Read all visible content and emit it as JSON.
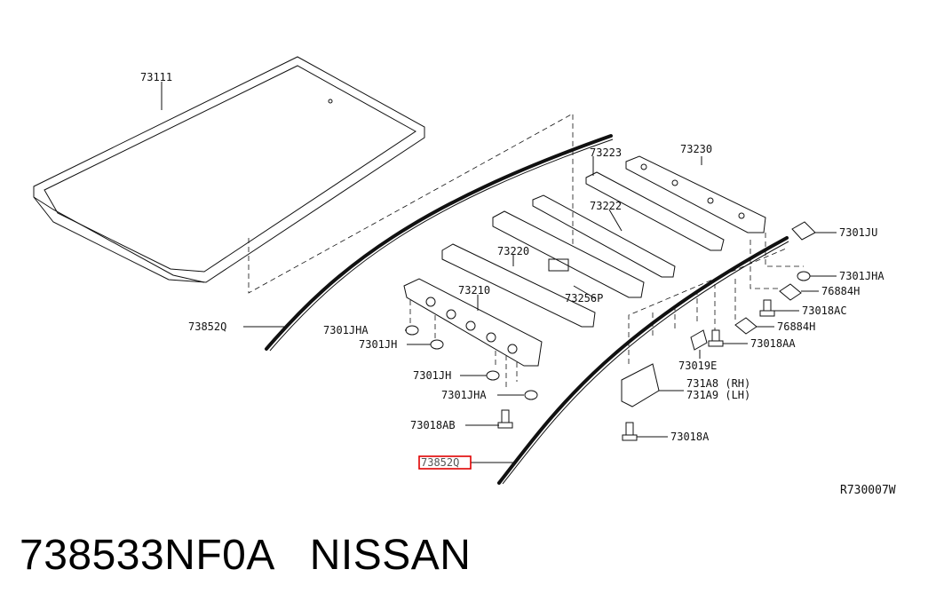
{
  "labels": {
    "p73111": "73111",
    "p73852Q": "73852Q",
    "p73223": "73223",
    "p73230": "73230",
    "p73222": "73222",
    "p73220": "73220",
    "p73256P": "73256P",
    "p73210": "73210",
    "p7301JHA_left": "7301JHA",
    "p7301JH_left": "7301JH",
    "p7301JH_low": "7301JH",
    "p7301JHA_low": "7301JHA",
    "p73018AB": "73018AB",
    "p73852Q_low": "73852Q",
    "p7301JU": "7301JU",
    "p7301JHA_right": "7301JHA",
    "p76884H_a": "76884H",
    "p73018AC": "73018AC",
    "p76884H_b": "76884H",
    "p73018AA": "73018AA",
    "p73019E": "73019E",
    "p731A8": "731A8 (RH)",
    "p731A9": "731A9 (LH)",
    "p73018A": "73018A",
    "ref": "R730007W"
  },
  "caption": {
    "part_number": "738533NF0A",
    "brand": "NISSAN"
  },
  "highlight_color": "#e00000"
}
